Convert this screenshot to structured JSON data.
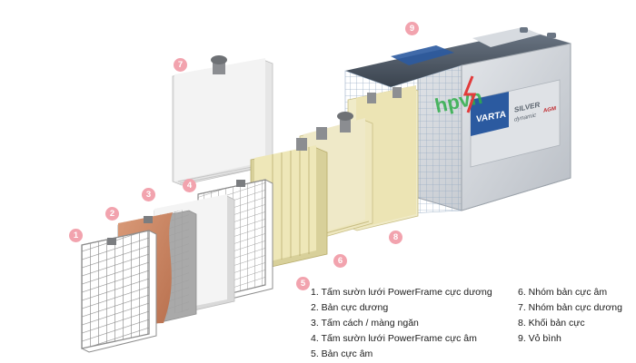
{
  "brand": {
    "varta": "VARTA",
    "silver": "SILVER",
    "dynamic": "dynamic",
    "agm": "AGM",
    "watermark": "hpvn"
  },
  "callouts": [
    "1",
    "2",
    "3",
    "4",
    "5",
    "6",
    "7",
    "8",
    "9"
  ],
  "legend": {
    "left": [
      "1. Tấm sườn lưới PowerFrame cực dương",
      "2. Bản cực dương",
      "3. Tấm cách / màng ngăn",
      "4. Tấm sườn lưới PowerFrame cực âm",
      "5. Bản cực âm"
    ],
    "right": [
      "6. Nhóm bản cực âm",
      "7. Nhóm bản cực dương",
      "8. Khối bản cực",
      "9. Vỏ bình"
    ]
  },
  "colors": {
    "callout": "#f2a3ae",
    "grid": "#9a9a9a",
    "positive_plate": "#c98a6a",
    "separator": "#e9e9e9",
    "negative_plate": "#e8e0a6",
    "case": "#c9cdd2",
    "lid": "#4d5865"
  }
}
